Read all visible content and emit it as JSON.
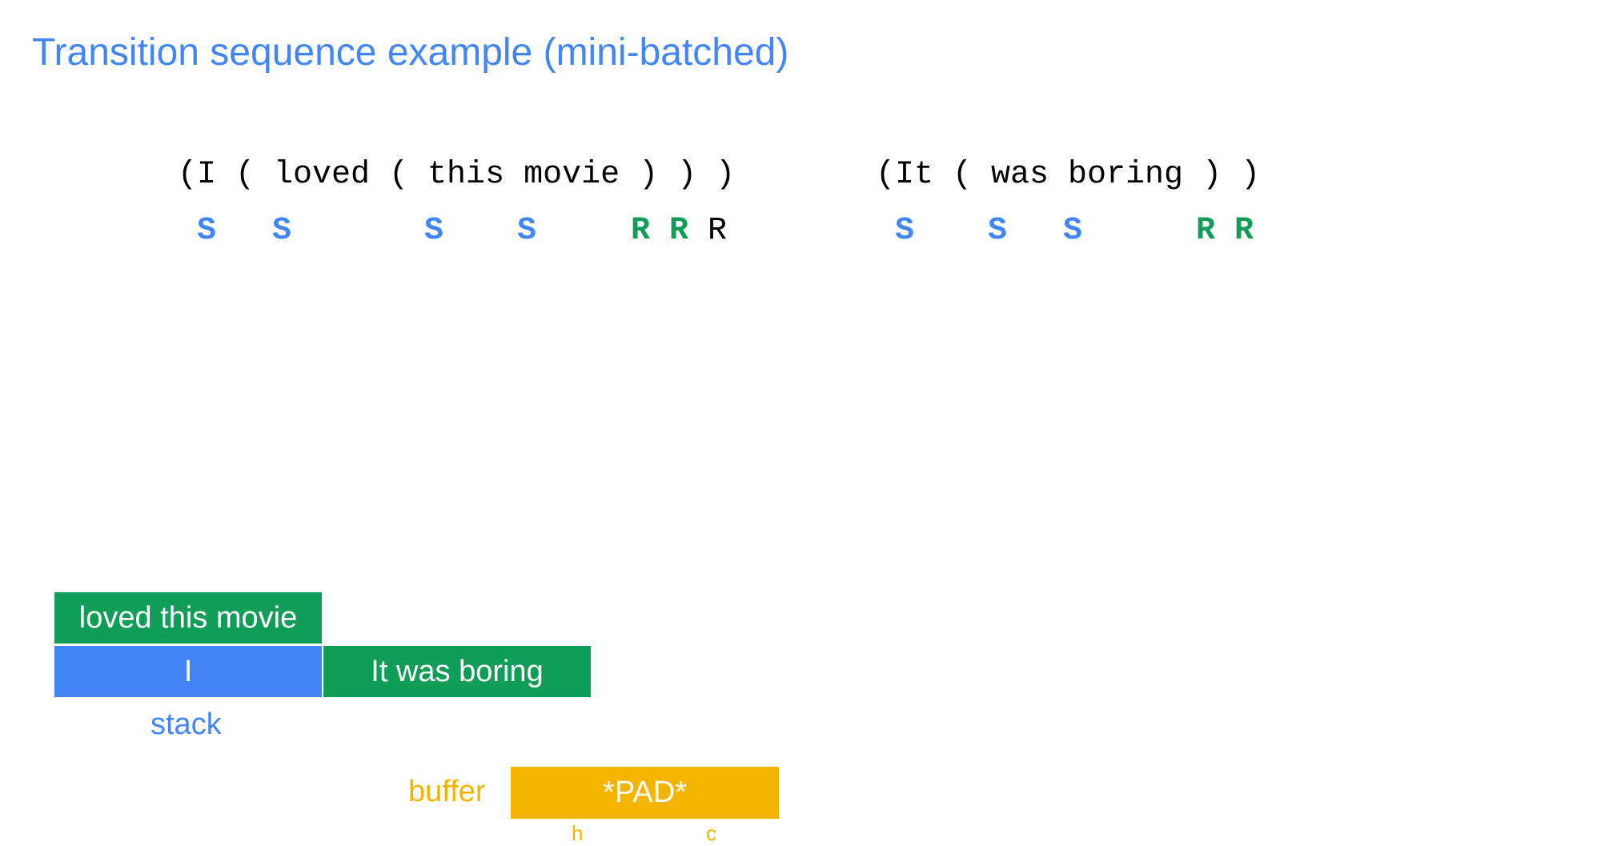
{
  "title": "Transition sequence example (mini-batched)",
  "example1": {
    "sentence": "(I ( loved ( this movie ) ) )",
    "transitions": [
      {
        "label": "S",
        "kind": "shift"
      },
      {
        "label": "S",
        "kind": "shift"
      },
      {
        "label": "S",
        "kind": "shift"
      },
      {
        "label": "S",
        "kind": "shift"
      },
      {
        "label": "R",
        "kind": "reduce"
      },
      {
        "label": "R",
        "kind": "reduce"
      },
      {
        "label": "R",
        "kind": "reduce-pending"
      }
    ]
  },
  "example2": {
    "sentence": "(It ( was boring ) )",
    "transitions": [
      {
        "label": "S",
        "kind": "shift"
      },
      {
        "label": "S",
        "kind": "shift"
      },
      {
        "label": "S",
        "kind": "shift"
      },
      {
        "label": "R",
        "kind": "reduce"
      },
      {
        "label": "R",
        "kind": "reduce"
      }
    ]
  },
  "stack": {
    "label": "stack",
    "cells": {
      "top_left": "loved this movie",
      "bottom_left": "I",
      "bottom_right": "It was boring"
    }
  },
  "buffer": {
    "label": "buffer",
    "cell": "*PAD*",
    "sub_labels": {
      "h": "h",
      "c": "c"
    }
  },
  "colors": {
    "blue": "#4285F4",
    "green": "#0F9D58",
    "yellow": "#F4B400",
    "black": "#000000"
  }
}
